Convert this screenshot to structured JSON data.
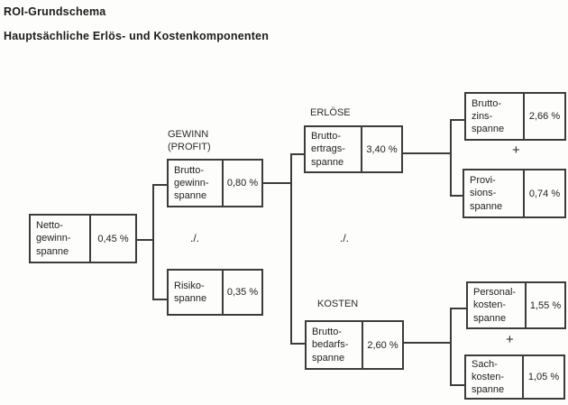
{
  "page": {
    "title": "ROI-Grundschema",
    "subtitle": "Hauptsächliche Erlös- und Kostenkomponenten"
  },
  "section_labels": {
    "gewinn": "GEWINN\n(PROFIT)",
    "erloese": "ERLÖSE",
    "kosten": "KOSTEN"
  },
  "operators": {
    "minus_left": "./.",
    "minus_middle": "./.",
    "plus_top": "+",
    "plus_bottom": "+"
  },
  "boxes": {
    "netto_gewinn": {
      "label": "Netto-\ngewinn-\nspanne",
      "value": "0,45 %"
    },
    "brutto_gewinn": {
      "label": "Brutto-\ngewinn-\nspanne",
      "value": "0,80 %"
    },
    "risiko": {
      "label": "Risiko-\nspanne",
      "value": "0,35 %"
    },
    "brutto_ertrags": {
      "label": "Brutto-\nertrags-\nspanne",
      "value": "3,40 %"
    },
    "brutto_bedarfs": {
      "label": "Brutto-\nbedarfs-\nspanne",
      "value": "2,60 %"
    },
    "brutto_zins": {
      "label": "Brutto-\nzins-\nspanne",
      "value": "2,66 %"
    },
    "provisions": {
      "label": "Provi-\nsions-\nspanne",
      "value": "0,74 %"
    },
    "personal_kosten": {
      "label": "Personal-\nkosten-\nspanne",
      "value": "1,55 %"
    },
    "sach_kosten": {
      "label": "Sach-\nkosten-\nspanne",
      "value": "1,05 %"
    }
  },
  "colors": {
    "line": "#3c3c3c",
    "text": "#222222",
    "background": "#fdfdfb"
  }
}
